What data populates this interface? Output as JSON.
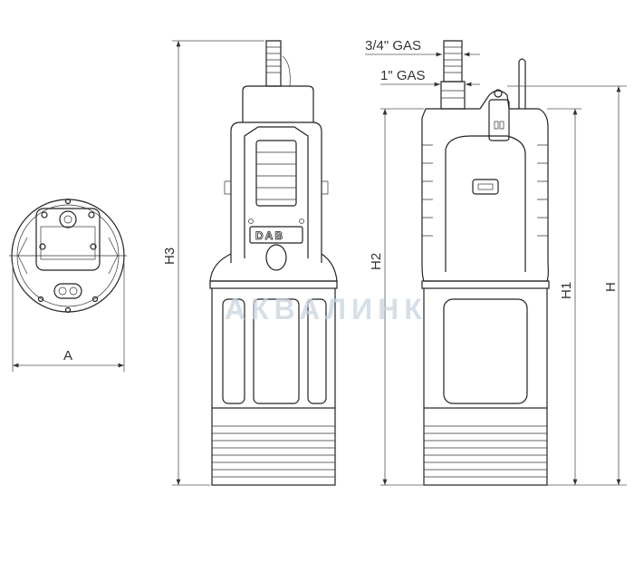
{
  "drawing": {
    "labels": {
      "a": "A",
      "h3": "H3",
      "h2": "H2",
      "h1": "H1",
      "h": "H",
      "outlet_34": "3/4\" GAS",
      "outlet_1": "1\" GAS"
    },
    "brand_logo": "DAB",
    "watermark": "АКВАЛИНК"
  }
}
